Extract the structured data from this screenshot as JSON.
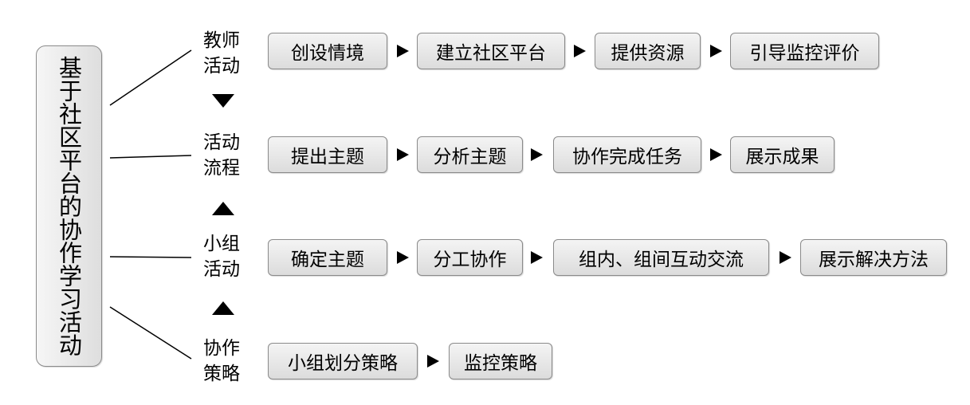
{
  "root": {
    "text": "基于社区平台的协作学习活动"
  },
  "rows": [
    {
      "label_line1": "教师",
      "label_line2": "活动",
      "steps": [
        "创设情境",
        "建立社区平台",
        "提供资源",
        "引导监控评价"
      ]
    },
    {
      "label_line1": "活动",
      "label_line2": "流程",
      "steps": [
        "提出主题",
        "分析主题",
        "协作完成任务",
        "展示成果"
      ]
    },
    {
      "label_line1": "小组",
      "label_line2": "活动",
      "steps": [
        "确定主题",
        "分工协作",
        "组内、组间互动交流",
        "展示解决方法"
      ]
    },
    {
      "label_line1": "协作",
      "label_line2": "策略",
      "steps": [
        "小组划分策略",
        "监控策略"
      ]
    }
  ],
  "colors": {
    "box_fill_top": "#f4f4f4",
    "box_fill_bottom": "#dcdcdc",
    "box_border": "#8a8a8a",
    "ink": "#000000"
  }
}
